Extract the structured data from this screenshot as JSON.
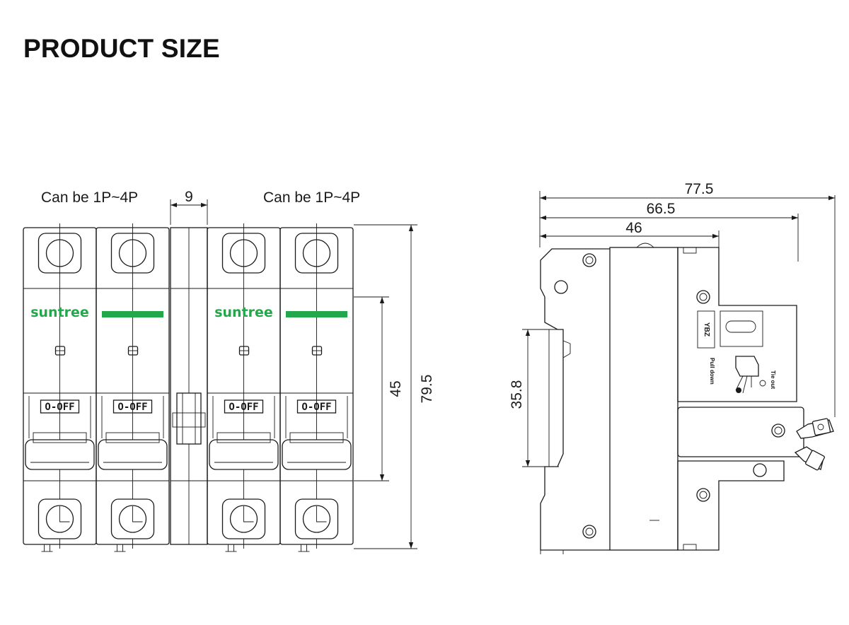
{
  "page": {
    "title": "PRODUCT SIZE"
  },
  "front_view": {
    "caption_left": "Can be 1P~4P",
    "caption_right": "Can be 1P~4P",
    "gap_dimension": "9",
    "brand_name": "suntree",
    "switch_label": "O-OFF",
    "dimension_height_inner": "45",
    "dimension_height_total": "79.5",
    "brand_color": "#22a84a"
  },
  "side_view": {
    "dimension_depth_total": "77.5",
    "dimension_depth_mid": "66.5",
    "dimension_depth_front": "46",
    "dimension_rail_height": "35.8",
    "label_ybz": "YBZ",
    "label_pull_down": "Pull down",
    "label_tie_out": "Tie out"
  }
}
